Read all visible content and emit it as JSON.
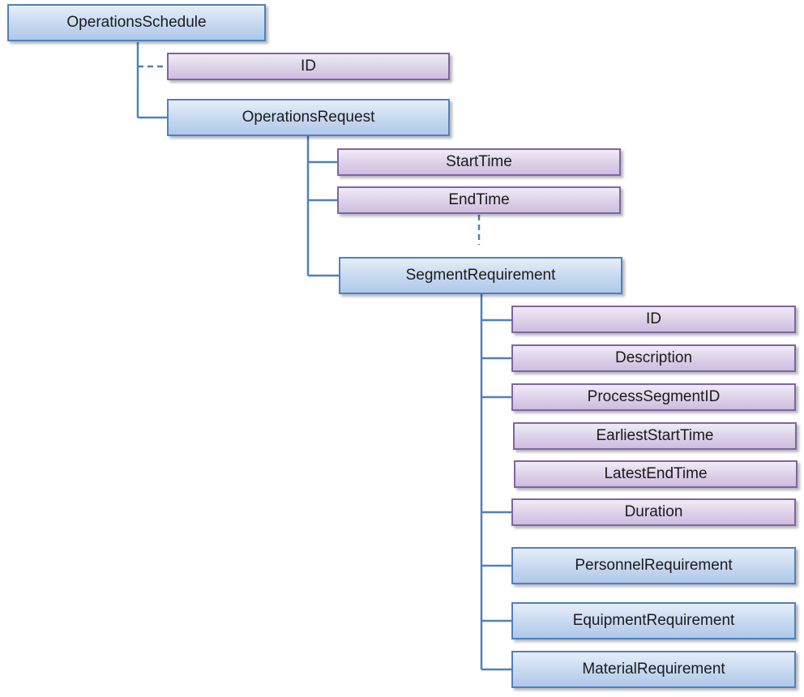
{
  "colors": {
    "element_border": "#4f81bd",
    "element_fill": "#c6d8f0",
    "attribute_border": "#8064a2",
    "attribute_fill": "#dcd0e9",
    "connector": "#4f81bd"
  },
  "nodes": {
    "operations_schedule": "OperationsSchedule",
    "schedule_id": "ID",
    "operations_request": "OperationsRequest",
    "start_time": "StartTime",
    "end_time": "EndTime",
    "segment_requirement": "SegmentRequirement",
    "segment_id": "ID",
    "description": "Description",
    "process_segment_id": "ProcessSegmentID",
    "earliest_start_time": "EarliestStartTime",
    "latest_end_time": "LatestEndTime",
    "duration": "Duration",
    "personnel_requirement": "PersonnelRequirement",
    "equipment_requirement": "EquipmentRequirement",
    "material_requirement": "MaterialRequirement"
  }
}
